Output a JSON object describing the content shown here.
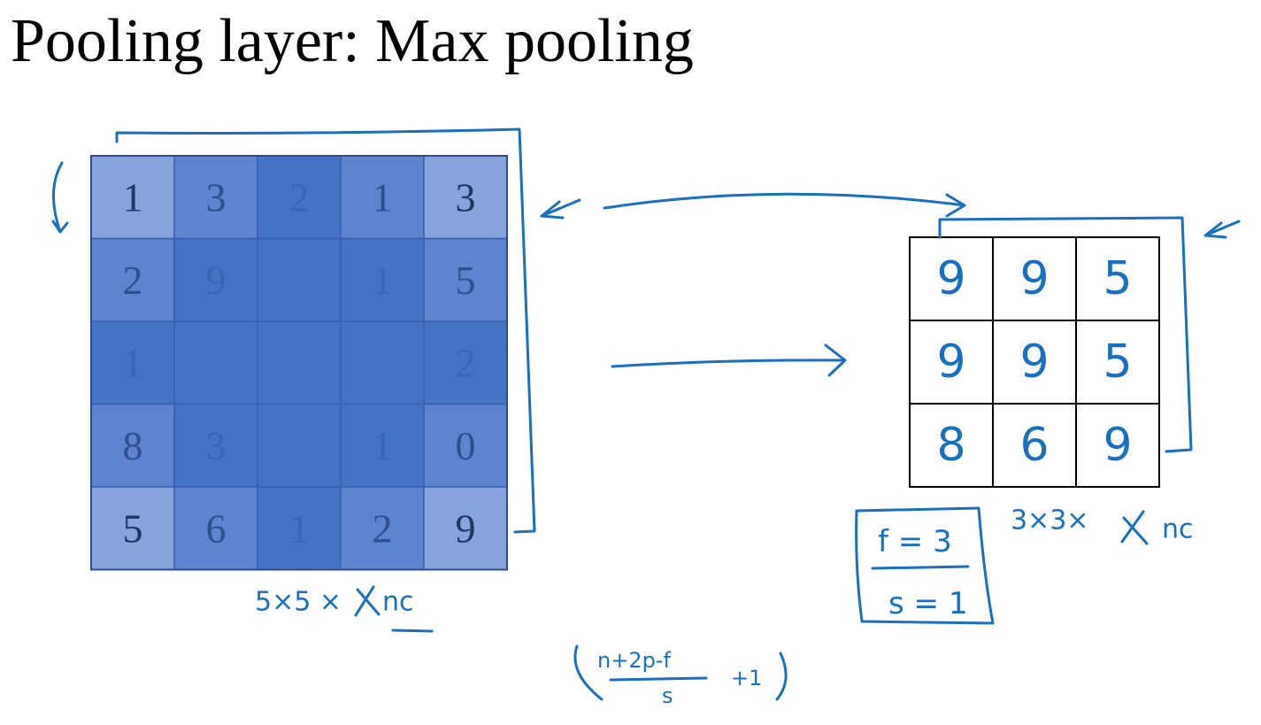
{
  "title": "Pooling layer: Max pooling",
  "input_matrix": [
    [
      "1",
      "3",
      "2",
      "1",
      "3"
    ],
    [
      "2",
      "9",
      "",
      "1",
      "5"
    ],
    [
      "1",
      "",
      "",
      "",
      "2"
    ],
    [
      "8",
      "3",
      "",
      "1",
      "0"
    ],
    [
      "5",
      "6",
      "1",
      "2",
      "9"
    ]
  ],
  "output_matrix": [
    [
      "9",
      "9",
      "5"
    ],
    [
      "9",
      "9",
      "5"
    ],
    [
      "8",
      "6",
      "9"
    ]
  ],
  "annotations": {
    "input_dims": "5×5 ×",
    "input_channels": "nc",
    "output_dims": "3×3×",
    "output_channels": "nc",
    "filter_size": "f = 3",
    "stride": "s = 1",
    "formula_numerator": "n+2p-f",
    "formula_denominator": "s",
    "formula_plus_one": "+1"
  },
  "colors": {
    "ink": "#1a6fc0",
    "cell_light": "#86a3db",
    "cell_mid": "#5c84cf",
    "cell_dark": "#4472c4",
    "grid_line": "#000000"
  }
}
